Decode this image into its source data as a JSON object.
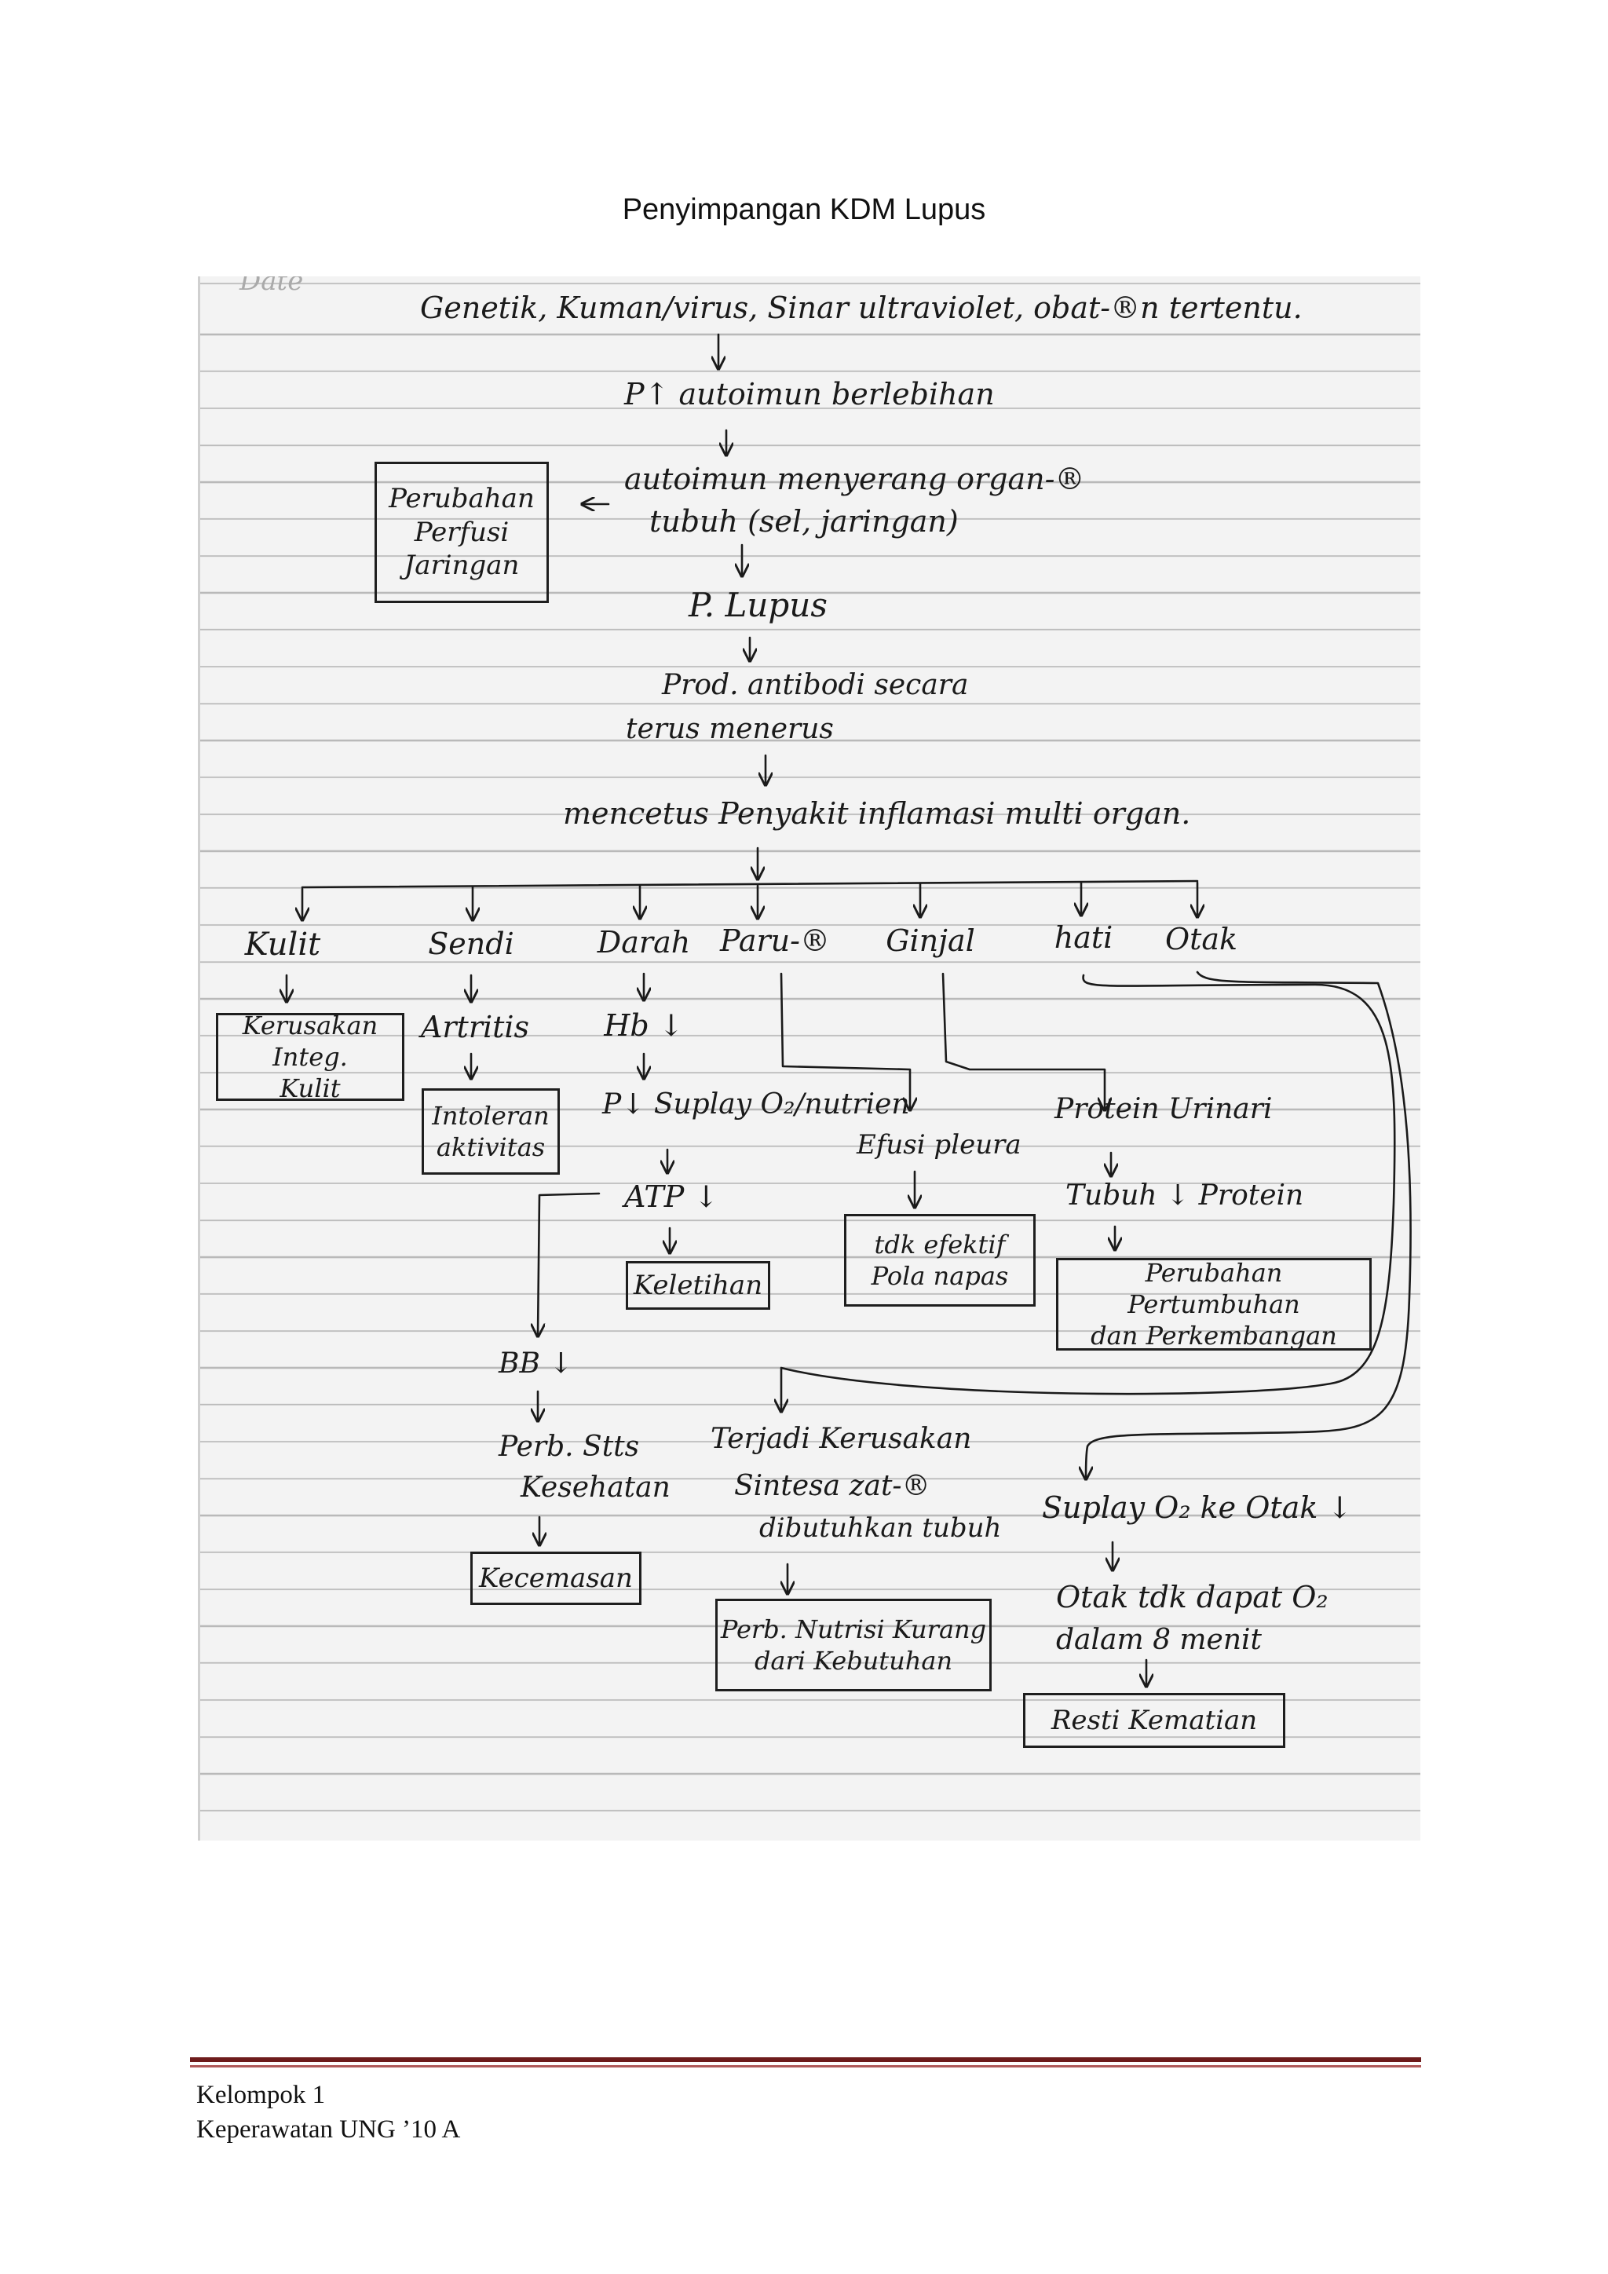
{
  "document": {
    "title": "Penyimpangan KDM Lupus",
    "footer": {
      "line1": "Kelompok 1",
      "line2": "Keperawatan UNG ’10 A"
    }
  },
  "note": {
    "top_cut_text": "Date",
    "causes": "Genetik, Kuman/virus, Sinar ultraviolet, obat-®n tertentu.",
    "autoimmune_up": "P↑ autoimun berlebihan",
    "attack_line1": "autoimun menyerang organ-®",
    "attack_line2": "tubuh (sel, jaringan)",
    "perfusion_box": [
      "Perubahan",
      "Perfusi",
      "Jaringan"
    ],
    "lupus": "P. Lupus",
    "antibody_line1": "Prod. antibodi secara",
    "antibody_line2": "terus menerus",
    "inflammation": "mencetus Penyakit inflamasi multi organ.",
    "organs": [
      "Kulit",
      "Sendi",
      "Darah",
      "Paru-®",
      "Ginjal",
      "hati",
      "Otak"
    ],
    "skin_box": [
      "Kerusakan Integ.",
      "Kulit"
    ],
    "arthritis": "Artritis",
    "intolerance_box": [
      "Intoleran",
      "aktivitas"
    ],
    "hb_down": "Hb ↓",
    "supply_down": "P↓ Suplay O₂/nutrien",
    "atp_down": "ATP ↓",
    "fatigue_box": [
      "Keletihan"
    ],
    "pleural_effusion": "Efusi pleura",
    "breathing_box": [
      "tdk efektif",
      "Pola napas"
    ],
    "urine_protein": "Protein Urinari",
    "body_protein": "Tubuh ↓ Protein",
    "growth_box": [
      "Perubahan Pertumbuhan",
      "dan Perkembangan"
    ],
    "weight_down": "BB ↓",
    "health_status_line1": "Perb. Stts",
    "health_status_line2": "Kesehatan",
    "anxiety_box": [
      "Kecemasan"
    ],
    "synthesis_line1": "Terjadi Kerusakan",
    "synthesis_line2": "Sintesa zat-®",
    "synthesis_line3": "dibutuhkan tubuh",
    "nutrition_box": [
      "Perb. Nutrisi Kurang",
      "dari Kebutuhan"
    ],
    "brain_supply": "Suplay O₂ ke Otak ↓",
    "brain_line1": "Otak tdk dapat O₂",
    "brain_line2": "dalam 8 menit",
    "death_box": [
      "Resti Kematian"
    ]
  },
  "colors": {
    "ink": "#1a1a1a",
    "paper": "#f3f3f3",
    "rule": "#b9b9b9",
    "footer_rule": "#6e1c1c"
  }
}
